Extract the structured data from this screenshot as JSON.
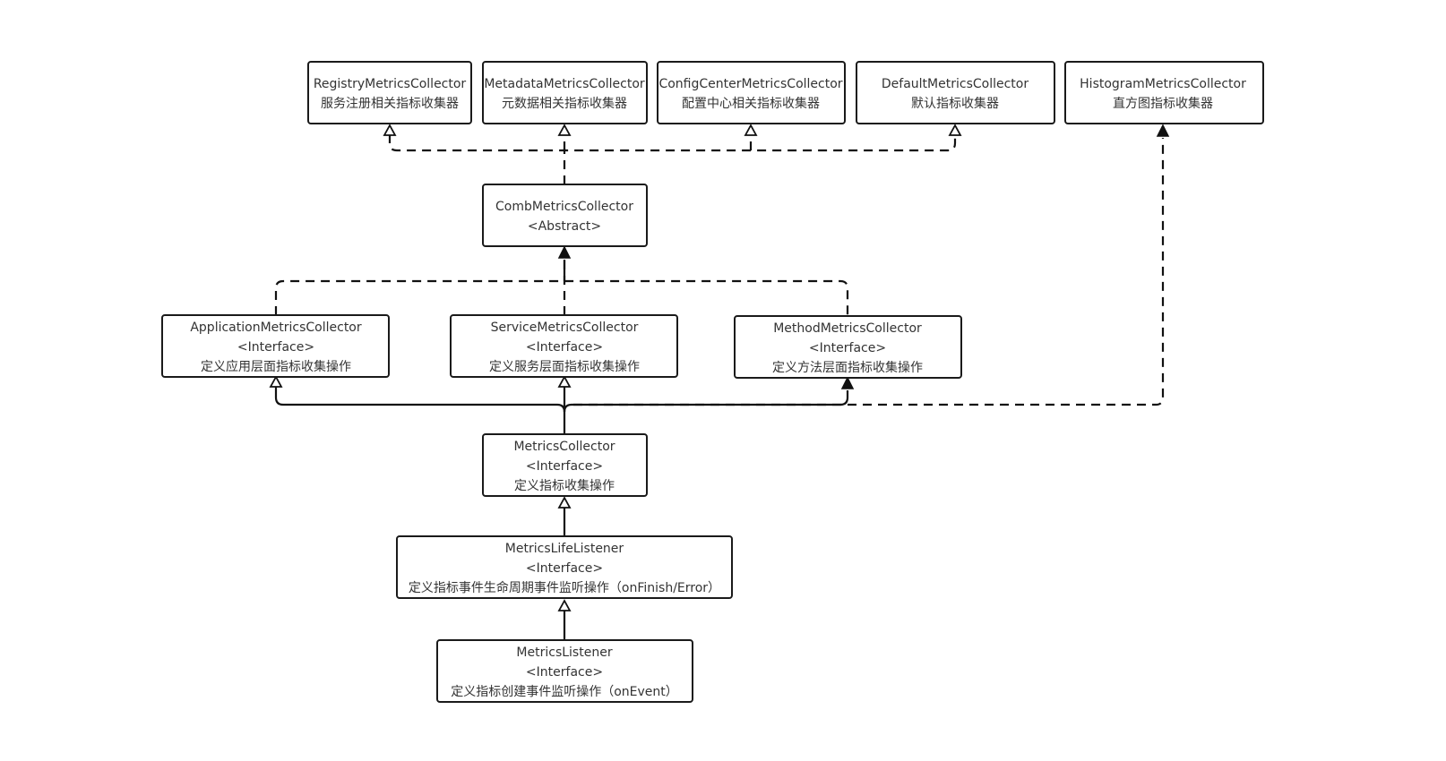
{
  "nodes": {
    "registry": {
      "name": "RegistryMetricsCollector",
      "desc": "服务注册相关指标收集器"
    },
    "metadata": {
      "name": "MetadataMetricsCollector",
      "desc": "元数据相关指标收集器"
    },
    "configcenter": {
      "name": "ConfigCenterMetricsCollector",
      "desc": "配置中心相关指标收集器"
    },
    "default": {
      "name": "DefaultMetricsCollector",
      "desc": "默认指标收集器"
    },
    "histogram": {
      "name": "HistogramMetricsCollector",
      "desc": "直方图指标收集器"
    },
    "comb": {
      "name": "CombMetricsCollector",
      "stereotype": "<Abstract>"
    },
    "application": {
      "name": "ApplicationMetricsCollector",
      "stereotype": "<Interface>",
      "desc": "定义应用层面指标收集操作"
    },
    "service": {
      "name": "ServiceMetricsCollector",
      "stereotype": "<Interface>",
      "desc": "定义服务层面指标收集操作"
    },
    "method": {
      "name": "MethodMetricsCollector",
      "stereotype": "<Interface>",
      "desc": "定义方法层面指标收集操作"
    },
    "metricscollector": {
      "name": "MetricsCollector",
      "stereotype": "<Interface>",
      "desc": "定义指标收集操作"
    },
    "lifelistener": {
      "name": "MetricsLifeListener",
      "stereotype": "<Interface>",
      "desc": "定义指标事件生命周期事件监听操作（onFinish/Error）"
    },
    "listener": {
      "name": "MetricsListener",
      "stereotype": "<Interface>",
      "desc": "定义指标创建事件监听操作（onEvent）"
    }
  }
}
